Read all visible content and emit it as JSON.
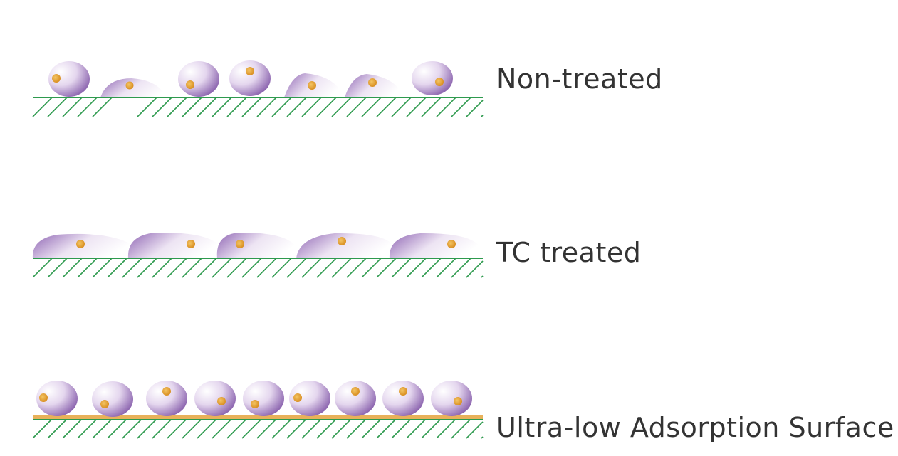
{
  "panels": [
    {
      "label": "Non-treated",
      "surface": "untreated",
      "cell_shape": "mixed",
      "cell_count": 7
    },
    {
      "label": "TC treated",
      "surface": "treated",
      "cell_shape": "flattened",
      "cell_count": 5
    },
    {
      "label": "Ultra-low Adsorption Surface",
      "surface": "coated",
      "cell_shape": "round",
      "cell_count": 9
    }
  ],
  "colors": {
    "cell_dark": "#7b4fa3",
    "cell_light": "#ffffff",
    "nucleus": "#e8a73c",
    "substrate": "#2e9a4e",
    "coating": "#e8b15a",
    "text": "#333333"
  },
  "icons": [
    "cell-icon",
    "nucleus-icon",
    "hatched-substrate-icon"
  ]
}
